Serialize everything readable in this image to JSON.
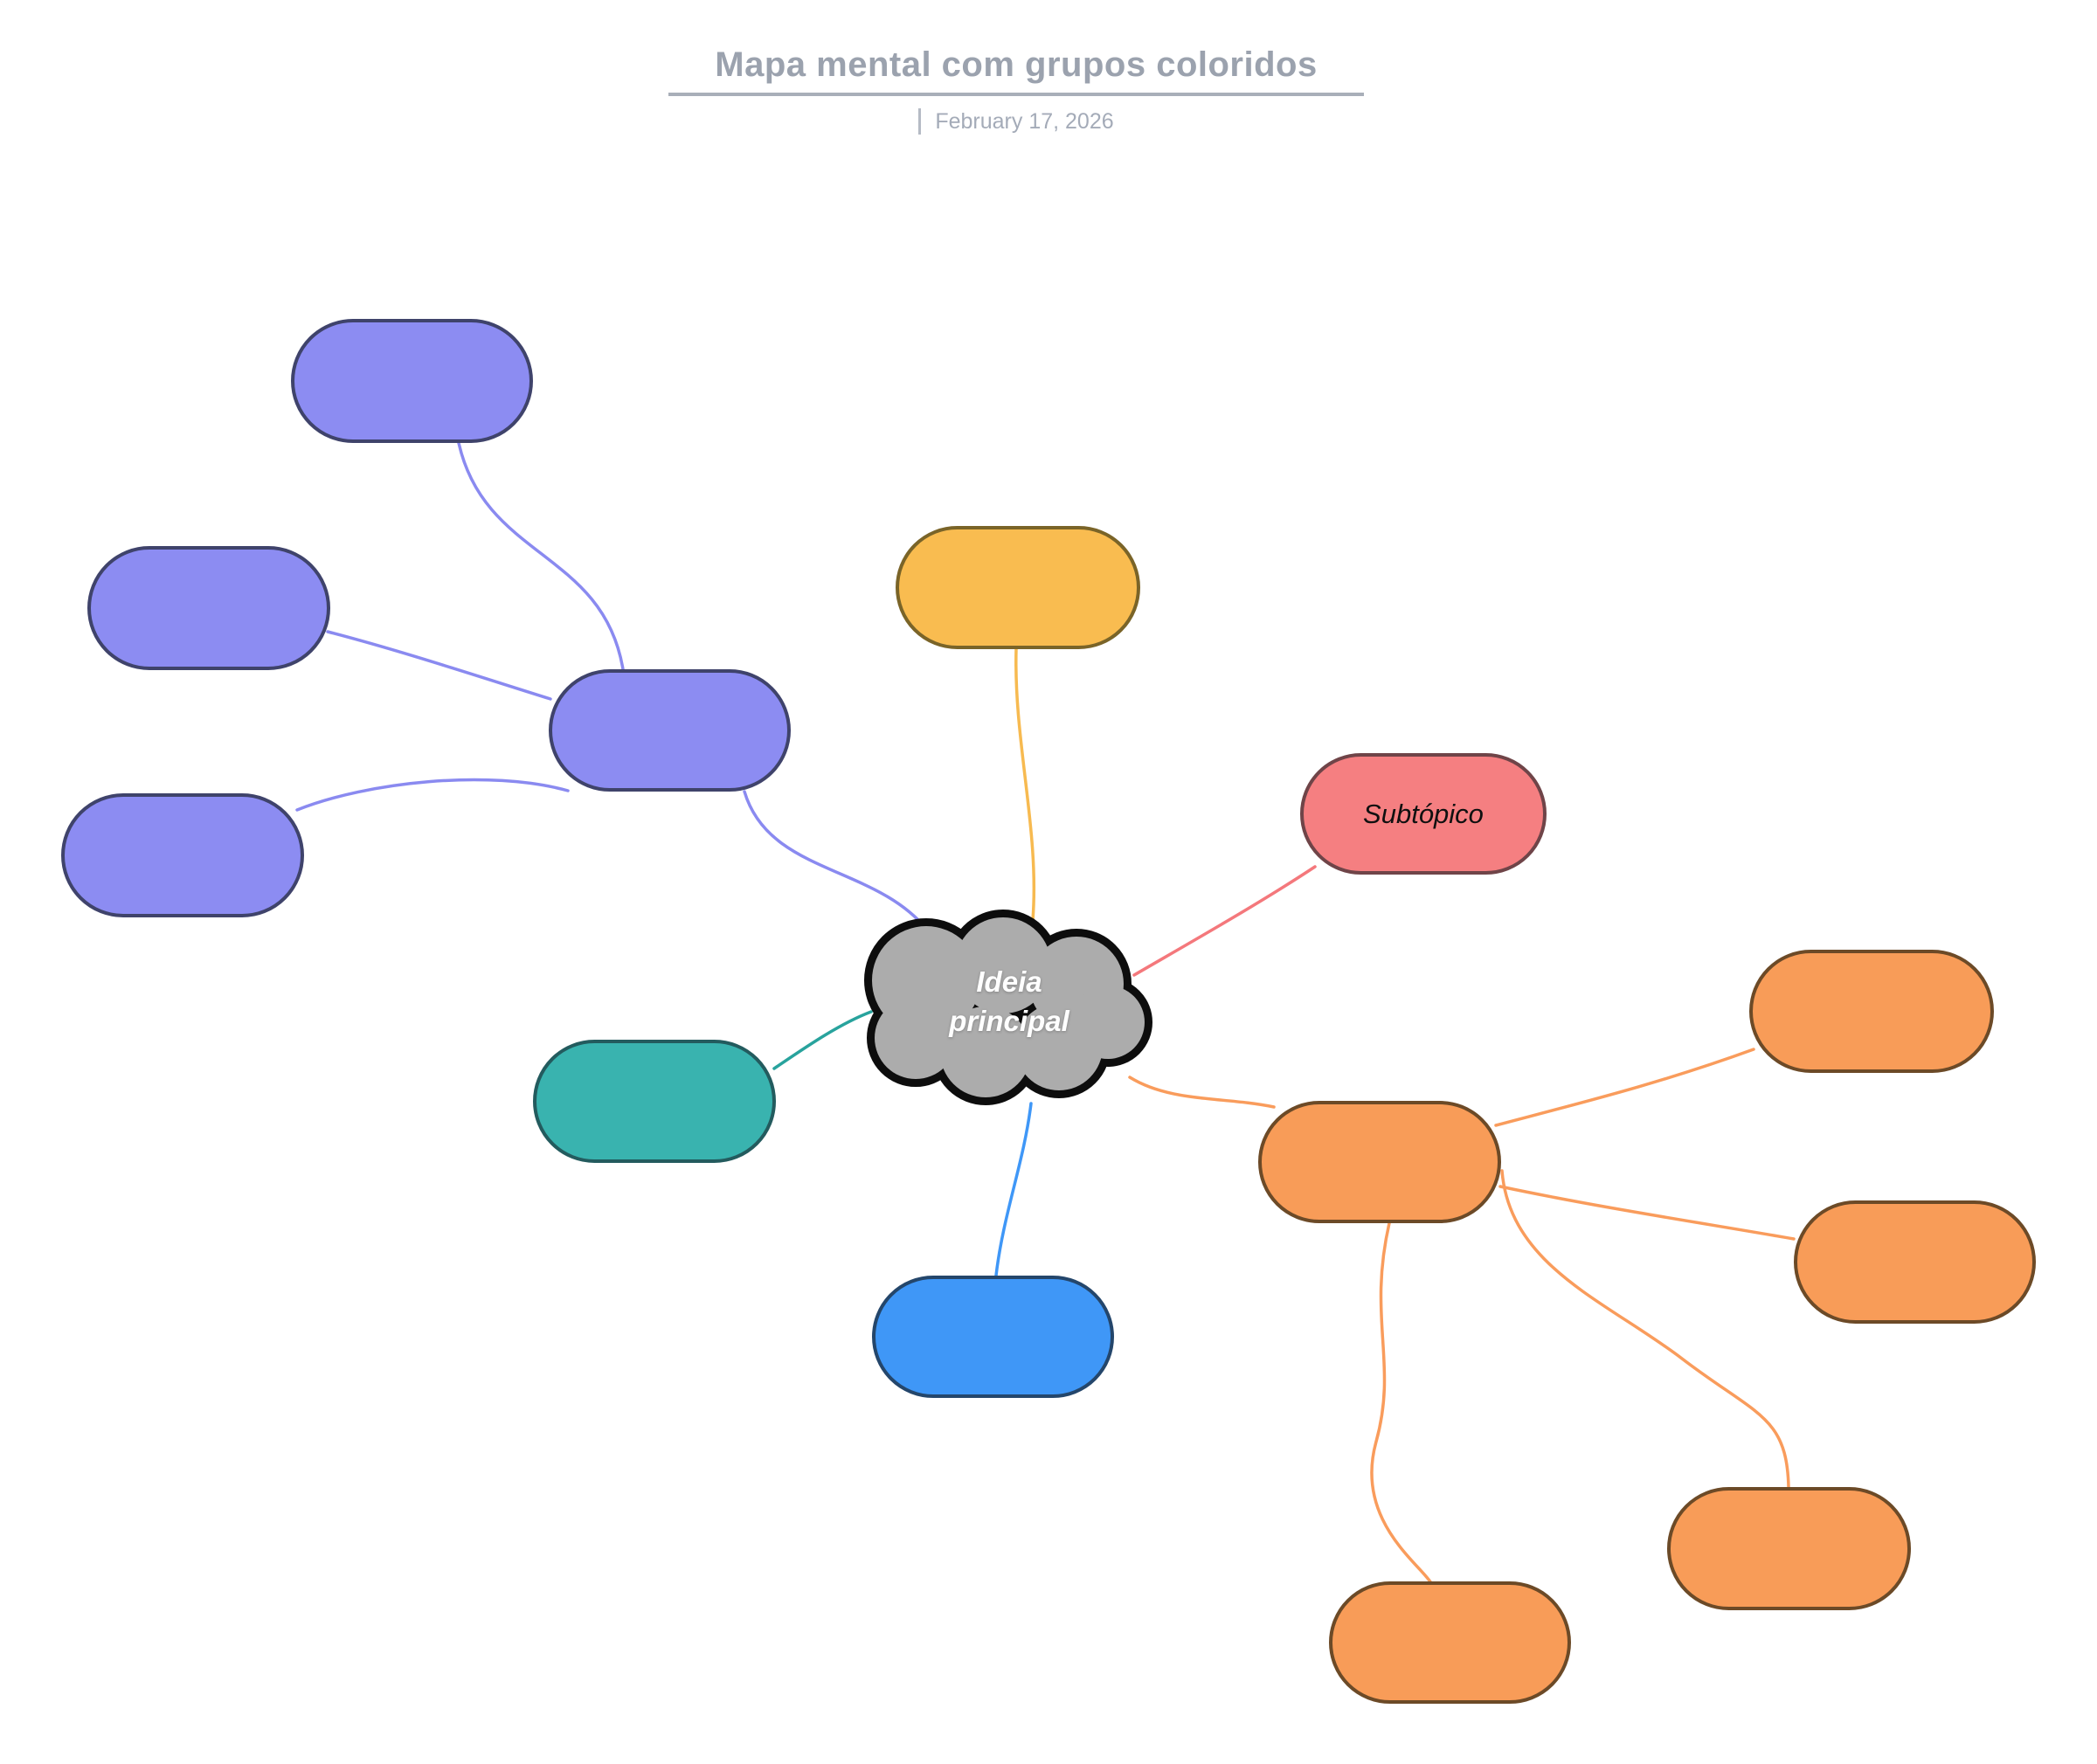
{
  "header": {
    "title": "Mapa mental com grupos coloridos",
    "date": "February 17, 2026"
  },
  "central_node": {
    "label": "Ideia principal",
    "fill": "#ACACAC",
    "border_color": "#0D0D0D",
    "text_color": "#FFFFFF"
  },
  "nodes": {
    "purple_top": {
      "label": "",
      "group": "purple"
    },
    "purple_left_mid": {
      "label": "",
      "group": "purple"
    },
    "purple_left_bottom": {
      "label": "",
      "group": "purple"
    },
    "purple_hub": {
      "label": "",
      "group": "purple"
    },
    "yellow_top": {
      "label": "",
      "group": "yellow"
    },
    "subtopic": {
      "label": "Subtópico",
      "group": "red"
    },
    "teal_left": {
      "label": "",
      "group": "teal"
    },
    "blue_bottom": {
      "label": "",
      "group": "blue"
    },
    "orange_hub": {
      "label": "",
      "group": "orange"
    },
    "orange_top_right": {
      "label": "",
      "group": "orange"
    },
    "orange_right": {
      "label": "",
      "group": "orange"
    },
    "orange_bottom_right": {
      "label": "",
      "group": "orange"
    },
    "orange_bottom": {
      "label": "",
      "group": "orange"
    }
  },
  "groups": {
    "purple": {
      "fill": "#8C8CF2",
      "border": "#3F436B",
      "line": "#8A8AF0"
    },
    "yellow": {
      "fill": "#F9BC50",
      "border": "#7A6428",
      "line": "#F7BA50"
    },
    "red": {
      "fill": "#F57F81",
      "border": "#6F4448",
      "line": "#F4787C"
    },
    "teal": {
      "fill": "#39B3AF",
      "border": "#235B5E",
      "line": "#28A39D"
    },
    "blue": {
      "fill": "#3F97F7",
      "border": "#24466B",
      "line": "#3F97F7"
    },
    "orange": {
      "fill": "#F89C58",
      "border": "#6C4A27",
      "line": "#F99C5C"
    }
  }
}
